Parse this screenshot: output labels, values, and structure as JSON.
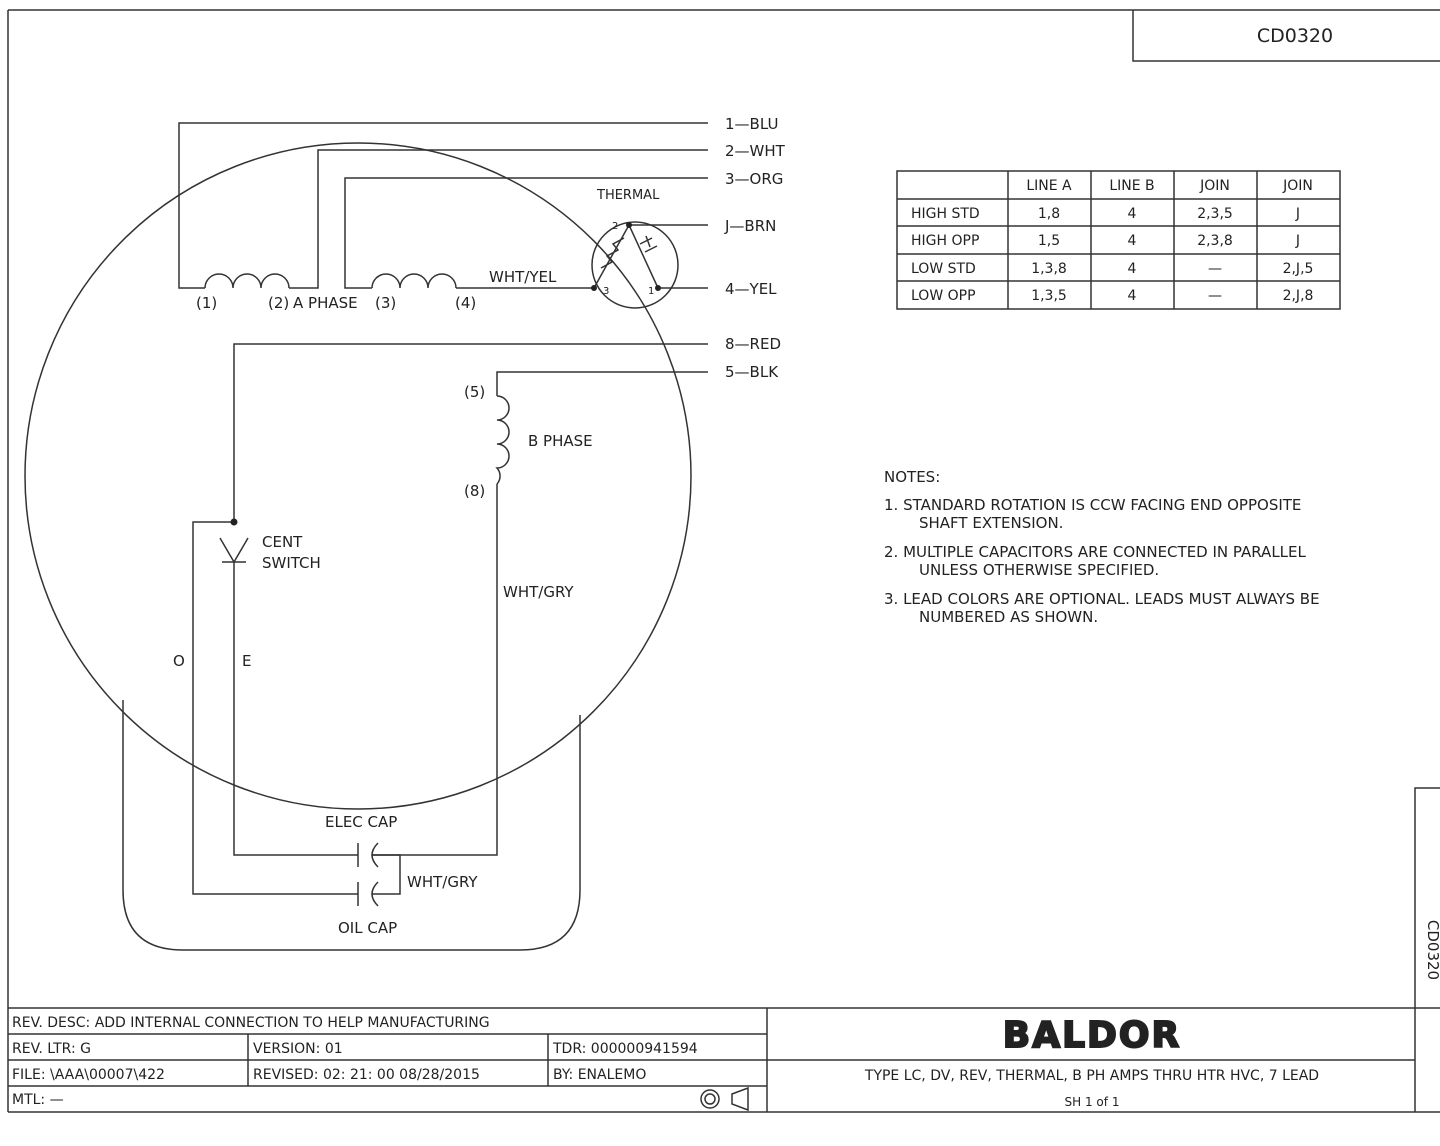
{
  "drawing_number": "CD0320",
  "side_drawing_number": "CD0320",
  "leads": {
    "l1": "1—BLU",
    "l2": "2—WHT",
    "l3": "3—ORG",
    "lj": "J—BRN",
    "l4": "4—YEL",
    "l8": "8—RED",
    "l5": "5—BLK"
  },
  "thermal_label": "THERMAL",
  "thermal_terminals": {
    "t1": "1",
    "t2": "2",
    "t3": "3"
  },
  "a_phase": {
    "n1": "(1)",
    "n2": "(2)",
    "label": "A PHASE",
    "n3": "(3)",
    "n4": "(4)"
  },
  "wht_yel": "WHT/YEL",
  "b_phase": {
    "n5": "(5)",
    "n8": "(8)",
    "label": "B PHASE"
  },
  "cent_switch": {
    "line1": "CENT",
    "line2": "SWITCH"
  },
  "wht_gry_1": "WHT/GRY",
  "wht_gry_2": "WHT/GRY",
  "o_label": "O",
  "e_label": "E",
  "elec_cap": "ELEC CAP",
  "oil_cap": "OIL CAP",
  "table": {
    "headers": [
      "",
      "LINE A",
      "LINE B",
      "JOIN",
      "JOIN"
    ],
    "rows": [
      [
        "HIGH STD",
        "1,8",
        "4",
        "2,3,5",
        "J"
      ],
      [
        "HIGH OPP",
        "1,5",
        "4",
        "2,3,8",
        "J"
      ],
      [
        "LOW STD",
        "1,3,8",
        "4",
        "—",
        "2,J,5"
      ],
      [
        "LOW OPP",
        "1,3,5",
        "4",
        "—",
        "2,J,8"
      ]
    ]
  },
  "notes": {
    "title": "NOTES:",
    "n1a": "1.  STANDARD  ROTATION  IS  CCW  FACING  END  OPPOSITE",
    "n1b": "SHAFT  EXTENSION.",
    "n2a": "2.  MULTIPLE  CAPACITORS  ARE  CONNECTED  IN  PARALLEL",
    "n2b": "UNLESS  OTHERWISE  SPECIFIED.",
    "n3a": "3.  LEAD  COLORS  ARE  OPTIONAL.   LEADS  MUST  ALWAYS  BE",
    "n3b": "NUMBERED  AS  SHOWN."
  },
  "title_block": {
    "rev_desc": "REV.  DESC:   ADD  INTERNAL  CONNECTION  TO  HELP  MANUFACTURING",
    "rev_ltr": "REV.  LTR:   G",
    "version": "VERSION: 01",
    "tdr": "TDR:  000000941594",
    "file": "FILE:  \\AAA\\00007\\422",
    "revised": "REVISED:  02: 21: 00   08/28/2015",
    "by": "BY: ENALEMO",
    "mtl": "MTL:  —",
    "brand": "BALDOR",
    "description": "TYPE  LC,  DV,  REV,  THERMAL,  B  PH  AMPS  THRU  HTR  HVC,  7  LEAD",
    "sheet": "SH  1  of  1"
  }
}
